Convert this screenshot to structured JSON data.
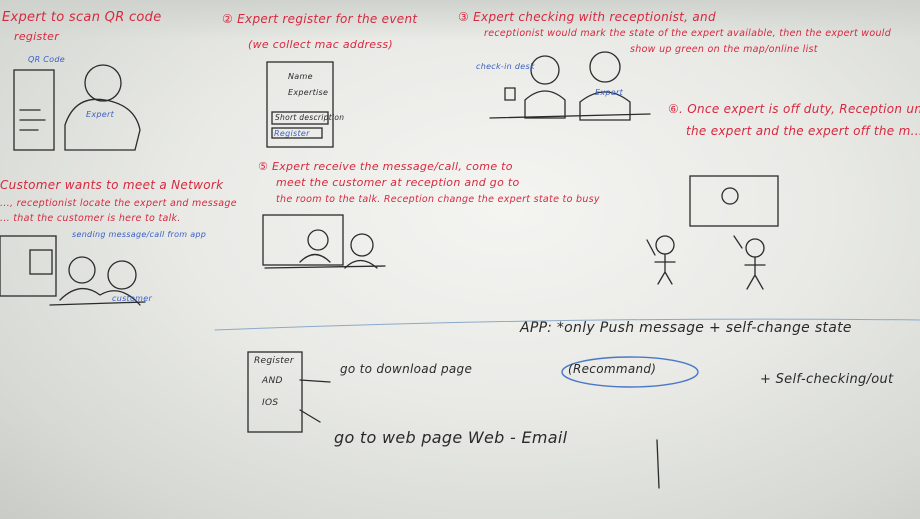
{
  "notes": {
    "step1_title": "Expert to scan QR code",
    "step1_sub": "register",
    "step1_qr": "QR Code",
    "step1_expert": "Expert",
    "step2_title": "② Expert register for the event",
    "step2_sub": "(we collect mac address)",
    "step2_form_name": "Name",
    "step2_form_expertise": "Expertise",
    "step2_form_desc": "Short description",
    "step2_form_register": "Register",
    "step3_title": "③ Expert checking with receptionist, and",
    "step3_sub": "receptionist would mark the state of the expert available, then the expert would",
    "step3_sub2": "show up green on the map/online list",
    "step3_sign": "check-in desk",
    "step3_expert": "Expert",
    "step6_title": "⑥. Once expert is off duty, Reception un...",
    "step6_sub": "the expert and the expert off the m...",
    "step4_title": "Customer wants to meet a Network",
    "step4_sub": "..., receptionist locate the expert and message",
    "step4_sub2": "... that the customer is here to talk.",
    "step4_blue": "sending message/call from app",
    "step4_cust": "customer",
    "step5_title": "⑤ Expert receive the message/call, come to",
    "step5_sub": "meet the customer at reception and go to",
    "step5_sub2": "the room to the talk. Reception change the expert state to busy",
    "app_line": "APP: *only Push message + self-change state",
    "recommend": "(Recommand)",
    "self_check": "+ Self-checking/out",
    "register": "Register",
    "and_label": "AND",
    "ios_label": "IOS",
    "download": "go to download page",
    "web": "go to web page Web - Email"
  }
}
